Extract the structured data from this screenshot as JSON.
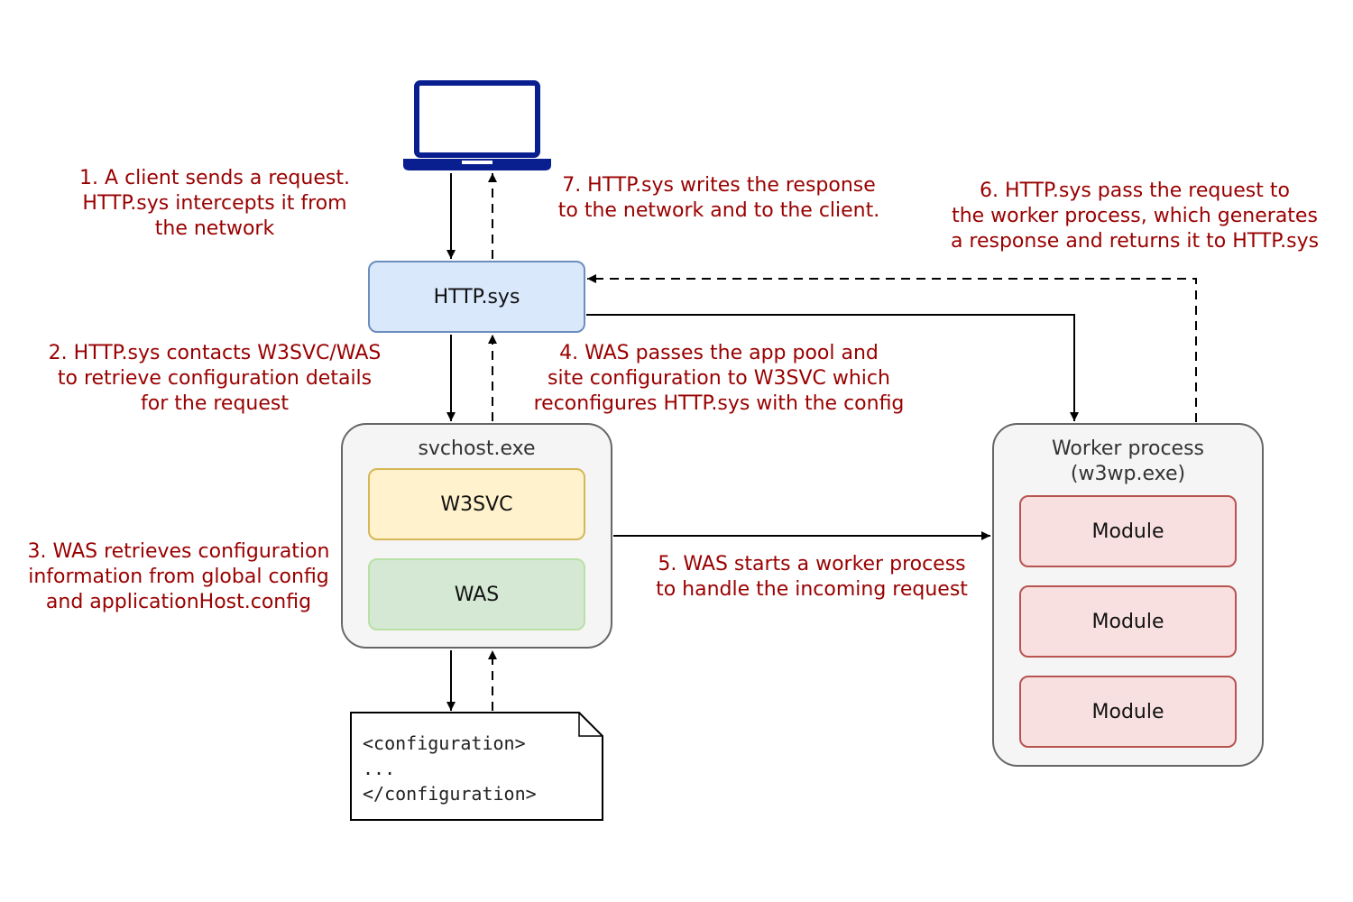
{
  "nodes": {
    "http_sys": "HTTP.sys",
    "svchost": "svchost.exe",
    "w3svc": "W3SVC",
    "was": "WAS",
    "worker_title_1": "Worker process",
    "worker_title_2": "(w3wp.exe)",
    "module": "Module"
  },
  "config_doc": {
    "line1": "<configuration>",
    "line2": "...",
    "line3": "</configuration>"
  },
  "steps": {
    "step1": [
      "1. A client sends a request.",
      "HTTP.sys intercepts it from",
      "the network"
    ],
    "step2": [
      "2. HTTP.sys contacts W3SVC/WAS",
      "to retrieve configuration details",
      "for the request"
    ],
    "step3": [
      "3. WAS retrieves configuration",
      "information from global config",
      "and applicationHost.config"
    ],
    "step4": [
      "4. WAS passes the app pool and",
      "site configuration to W3SVC which",
      "reconfigures HTTP.sys with the config"
    ],
    "step5": [
      "5. WAS starts a worker process",
      "to handle the incoming request"
    ],
    "step6": [
      "6. HTTP.sys pass the request to",
      "the worker process, which generates",
      "a response and returns it to HTTP.sys"
    ],
    "step7": [
      "7. HTTP.sys writes the response",
      "to the network and to the client."
    ]
  },
  "colors": {
    "note_text": "#990000",
    "http_fill": "#dae8fc",
    "w3svc_fill": "#fff2cc",
    "was_fill": "#d5e8d4",
    "module_fill": "#f8e0e0",
    "laptop": "#0a1f8f"
  }
}
